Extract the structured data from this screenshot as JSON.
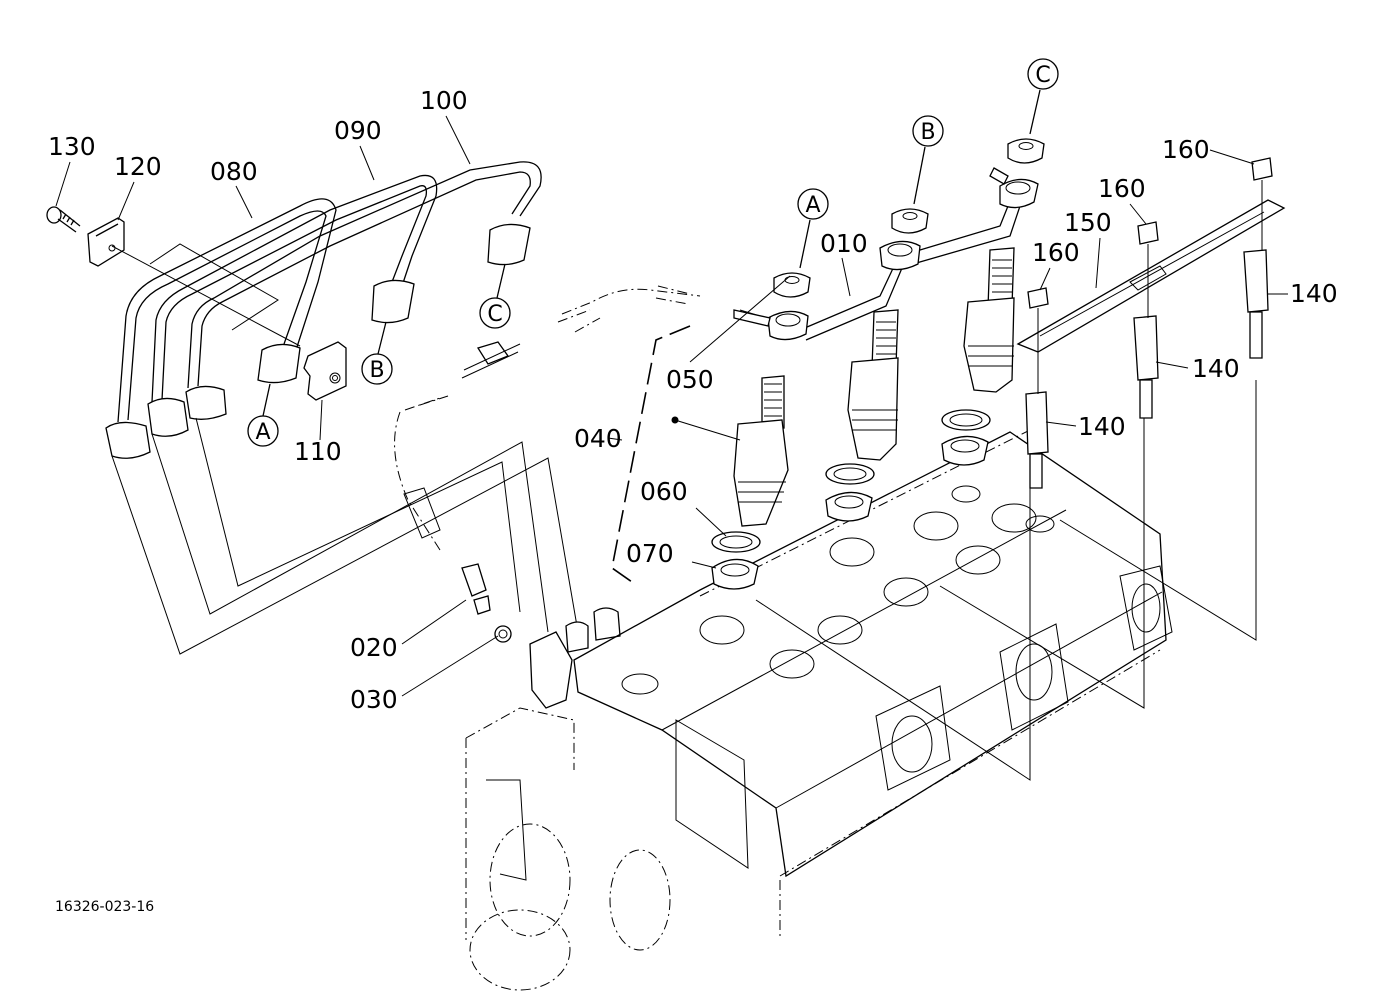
{
  "diagram": {
    "type": "exploded-parts-diagram",
    "drawing_number": "16326-023-16",
    "part_labels": [
      {
        "id": "p130",
        "text": "130"
      },
      {
        "id": "p120",
        "text": "120"
      },
      {
        "id": "p080",
        "text": "080"
      },
      {
        "id": "p090",
        "text": "090"
      },
      {
        "id": "p100",
        "text": "100"
      },
      {
        "id": "p110",
        "text": "110"
      },
      {
        "id": "p010",
        "text": "010"
      },
      {
        "id": "p050",
        "text": "050"
      },
      {
        "id": "p040",
        "text": "040"
      },
      {
        "id": "p060",
        "text": "060"
      },
      {
        "id": "p070",
        "text": "070"
      },
      {
        "id": "p020",
        "text": "020"
      },
      {
        "id": "p030",
        "text": "030"
      },
      {
        "id": "p150",
        "text": "150"
      },
      {
        "id": "p160a",
        "text": "160"
      },
      {
        "id": "p160b",
        "text": "160"
      },
      {
        "id": "p160c",
        "text": "160"
      },
      {
        "id": "p140a",
        "text": "140"
      },
      {
        "id": "p140b",
        "text": "140"
      },
      {
        "id": "p140c",
        "text": "140"
      }
    ],
    "connection_refs": [
      {
        "id": "refA-pipe",
        "text": "A"
      },
      {
        "id": "refB-pipe",
        "text": "B"
      },
      {
        "id": "refC-pipe",
        "text": "C"
      },
      {
        "id": "refA-nozzle",
        "text": "A"
      },
      {
        "id": "refB-nozzle",
        "text": "B"
      },
      {
        "id": "refC-nozzle",
        "text": "C"
      }
    ]
  }
}
